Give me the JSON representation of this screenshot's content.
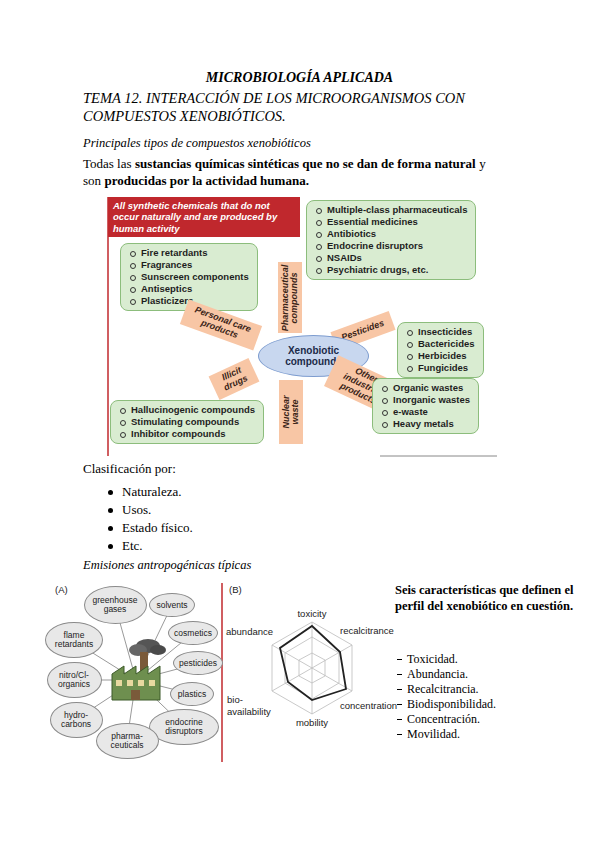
{
  "diagram": {
    "title": "MICROBIOLOGÍA APLICADA",
    "nodes": [
      {
        "text": [
          "All synthetic chemicals that do not occur naturally and are produced by human activity"
        ]
      },
      {
        "text": [
          "Multiple-class pharmaceuticals",
          "Essential medicines",
          "Antibiotics",
          "Endocrine disruptors",
          "NSAIDs",
          "Psychiatric drugs, etc."
        ]
      },
      {
        "text": [
          "Fire retardants",
          "Fragrances",
          "Sunscreen components",
          "Antiseptics",
          "Plasticizers"
        ]
      },
      {
        "text": [
          "Pharmaceutical compounds"
        ]
      },
      {
        "text": [
          "Personal care products"
        ]
      },
      {
        "text": [
          "Pesticides"
        ]
      },
      {
        "text": [
          "Xenobiotic compounds"
        ]
      },
      {
        "text": [
          "Insecticides",
          "Bactericides",
          "Herbicides",
          "Fungicides"
        ]
      },
      {
        "text": [
          "Illicit drugs"
        ]
      },
      {
        "text": [
          "Other industrial products"
        ]
      },
      {
        "text": [
          "Nuclear waste"
        ]
      },
      {
        "text": [
          "Hallucinogenic compounds",
          "Stimulating compounds",
          "Inhibitor compounds"
        ]
      },
      {
        "text": [
          "Organic wastes",
          "Inorganic wastes",
          "e-waste",
          "Heavy metals"
        ]
      },
      {
        "text": [
          "greenhouse gases"
        ]
      },
      {
        "text": [
          "solvents"
        ]
      },
      {
        "text": [
          "cosmetics"
        ]
      },
      {
        "text": [
          "pesticides"
        ]
      },
      {
        "text": [
          "plastics"
        ]
      },
      {
        "text": [
          "endocrine disruptors"
        ]
      },
      {
        "text": [
          "pharma- ceuticals"
        ]
      },
      {
        "text": [
          "hydro- carbons"
        ]
      },
      {
        "text": [
          "nitro/Cl- organics"
        ]
      },
      {
        "text": [
          "flame retardants"
        ]
      }
    ],
    "labels": [
      "TEMA 12. INTERACCIÓN DE LOS MICROORGANISMOS CON COMPUESTOS XENOBIÓTICOS.",
      "Principales tipos de compuestos xenobióticos",
      "Todas las",
      "sustancias químicas sintéticas que no se dan de forma natural",
      "y son",
      "producidas por la actividad humana.",
      "Clasificación por:",
      "Naturaleza.",
      "Usos.",
      "Estado físico.",
      "Etc.",
      "Emisiones antropogénicas típicas",
      "(A)",
      "(B)",
      "toxicity",
      "recalcitrance",
      "concentration",
      "mobility",
      "bio- availability",
      "abundance",
      "Seis características que definen el perfil del xenobiótico en cuestión.",
      "Toxicidad.",
      "Abundancia.",
      "Recalcitrancia.",
      "Biodisponibilidad.",
      "Concentración.",
      "Movilidad."
    ]
  }
}
